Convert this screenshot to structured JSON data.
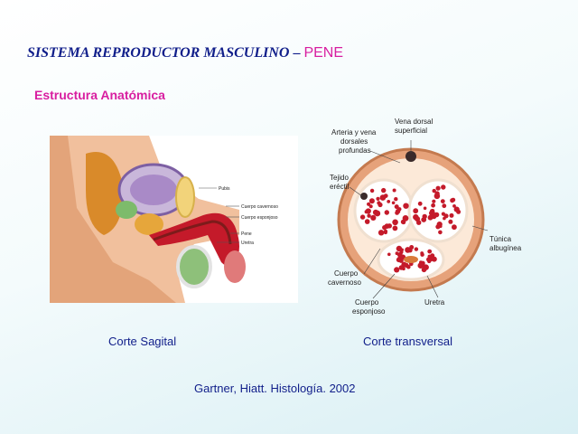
{
  "slide": {
    "title_main": "SISTEMA REPRODUCTOR MASCULINO",
    "title_dash": "–",
    "title_accent": "PENE",
    "subtitle": "Estructura Anatómica"
  },
  "sagittal_figure": {
    "labels": [
      "Pubis",
      "Cuerpo cavernoso",
      "Cuerpo esponjoso",
      "Pene",
      "Uretra"
    ]
  },
  "transverse_figure": {
    "labels": {
      "vena_dorsal": [
        "Vena dorsal",
        "superficial"
      ],
      "arteria": [
        "Arteria y vena",
        "dorsales",
        "profundas"
      ],
      "tejido": [
        "Tejido",
        "eréctil"
      ],
      "tunica": [
        "Túnica",
        "albugínea"
      ],
      "cuerpo_cavernoso": [
        "Cuerpo",
        "cavernoso"
      ],
      "cuerpo_esponjoso": [
        "Cuerpo",
        "esponjoso"
      ],
      "uretra": "Uretra"
    }
  },
  "captions": {
    "sagittal": "Corte Sagital",
    "transverse": "Corte transversal"
  },
  "citation": "Gartner, Hiatt. Histología. 2002",
  "colors": {
    "title": "#101e8a",
    "accent": "#d81ea0",
    "tissue_red": "#c41a2a",
    "skin": "#e6a27a"
  }
}
